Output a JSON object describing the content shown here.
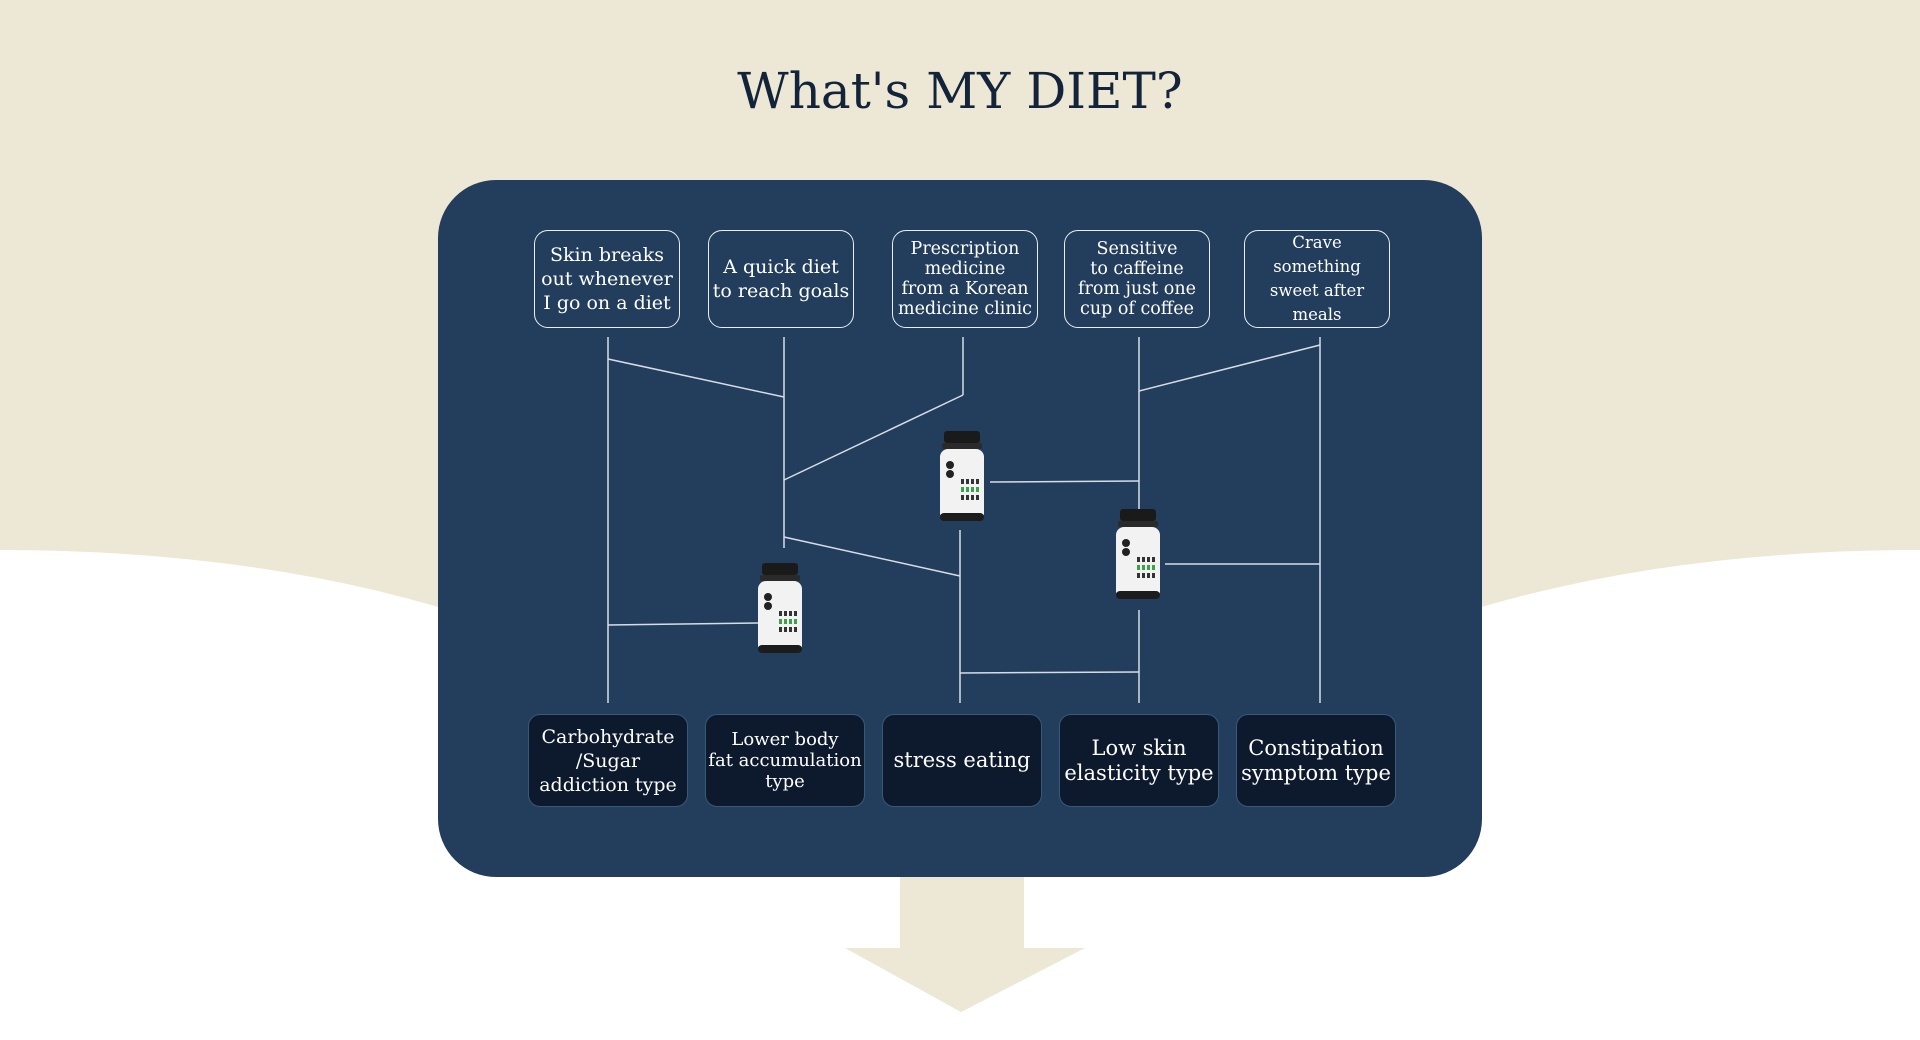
{
  "title": "What's MY DIET?",
  "colors": {
    "background_top": "#ede7d6",
    "panel": "#223e5c",
    "result_box": "#0d1a2e",
    "line": "#d7dde6",
    "title": "#13243a"
  },
  "questions": [
    {
      "text": "Skin breaks\nout whenever\nI go on a diet"
    },
    {
      "text": "A quick diet\nto reach goals"
    },
    {
      "text": "Prescription\nmedicine\nfrom a Korean\nmedicine clinic"
    },
    {
      "text": "Sensitive\nto caffeine\nfrom just one\ncup of coffee"
    },
    {
      "text": "Crave something\nsweet after\nmeals"
    }
  ],
  "results": [
    {
      "text": "Carbohydrate\n/Sugar\naddiction type"
    },
    {
      "text": "Lower body\nfat accumulation\ntype"
    },
    {
      "text": "stress eating"
    },
    {
      "text": "Low skin\nelasticity type"
    },
    {
      "text": "Constipation\nsymptom type"
    }
  ],
  "icons": {
    "supplement_bottle": "supplement-bottle-icon",
    "arrow": "down-arrow-icon"
  }
}
